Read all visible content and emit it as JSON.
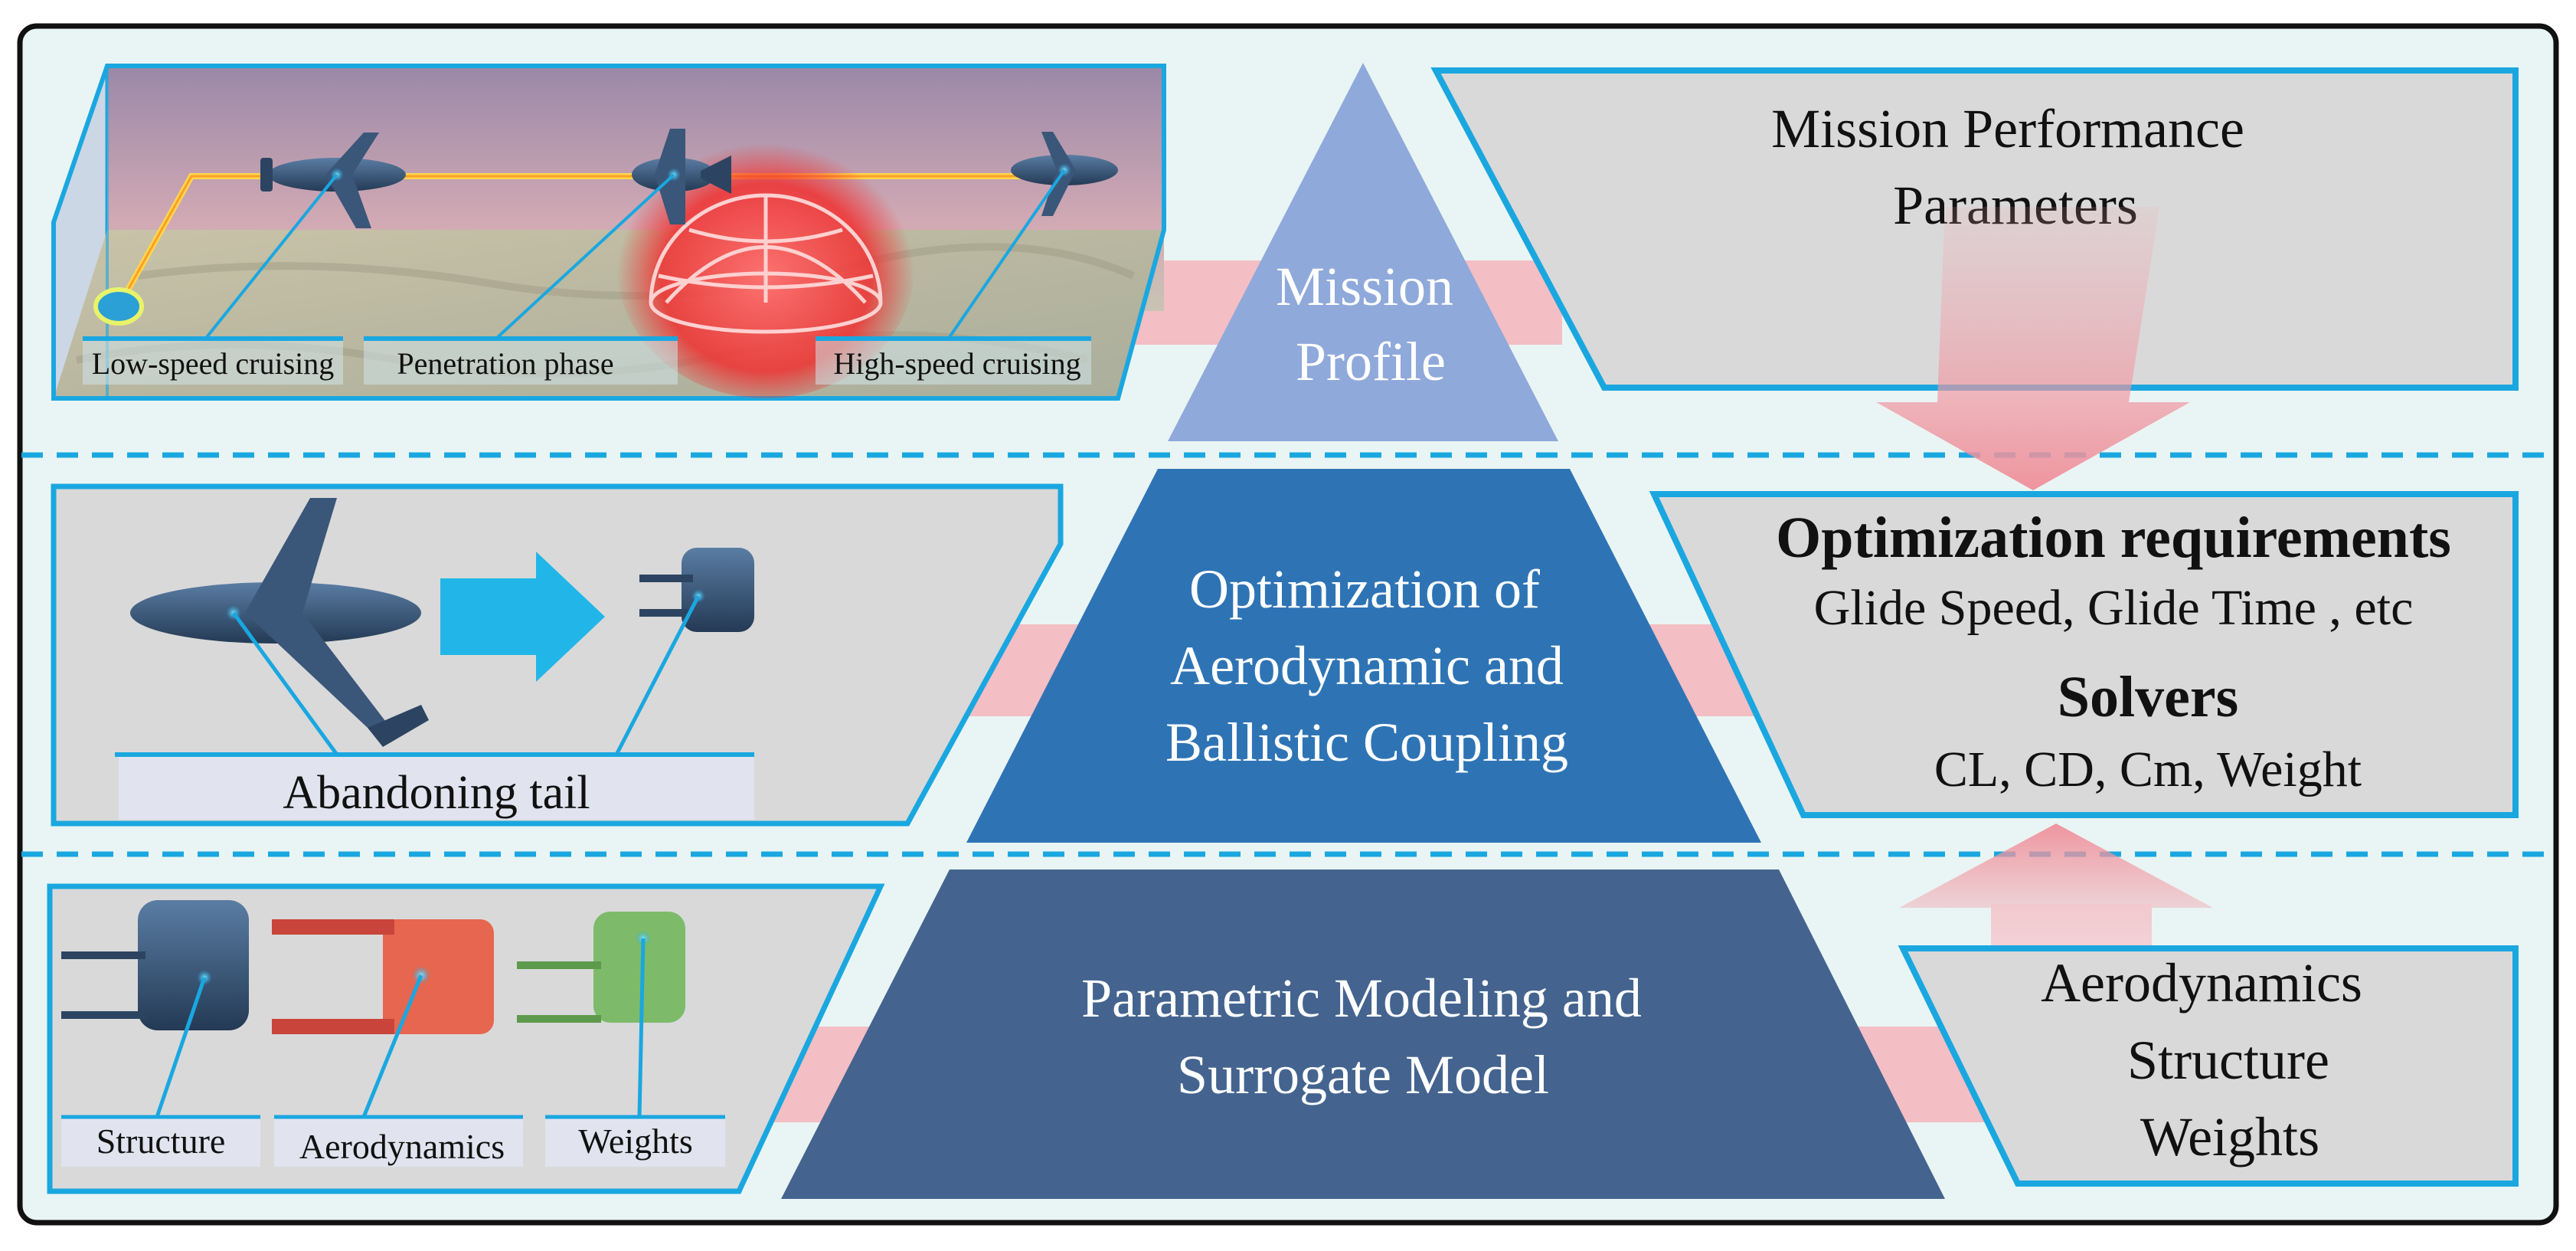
{
  "mission_panel": {
    "labels": [
      "Low-speed cruising",
      "Penetration phase",
      "High-speed cruising"
    ]
  },
  "pyramid": {
    "top": [
      "Mission",
      "Profile"
    ],
    "middle": [
      "Optimization of",
      "Aerodynamic and",
      "Ballistic Coupling"
    ],
    "bottom": [
      "Parametric Modeling and",
      "Surrogate Model"
    ]
  },
  "mission_performance": {
    "lines": [
      "Mission Performance",
      "Parameters"
    ]
  },
  "optimization_box": {
    "title": "Optimization requirements",
    "subtitle": "Glide Speed, Glide Time , etc",
    "solvers_title": "Solvers",
    "solvers_list": "CL, CD, Cm, Weight"
  },
  "disciplines_box": {
    "lines": [
      "Aerodynamics",
      "Structure",
      "Weights"
    ]
  },
  "abandoning_panel": {
    "label": "Abandoning tail"
  },
  "model_panel": {
    "labels": [
      "Structure",
      "Aerodynamics",
      "Weights"
    ]
  },
  "colors": {
    "frame_bg": "#e9f5f4",
    "cyan_border": "#1aa7e0",
    "pyramid_top": "#8fa9da",
    "pyramid_middle": "#2e74b5",
    "pyramid_bottom": "#44648f",
    "box_gray": "#d9d9d9",
    "pink_arrow": "#f1a7ae",
    "aircraft": "#3a5678"
  }
}
